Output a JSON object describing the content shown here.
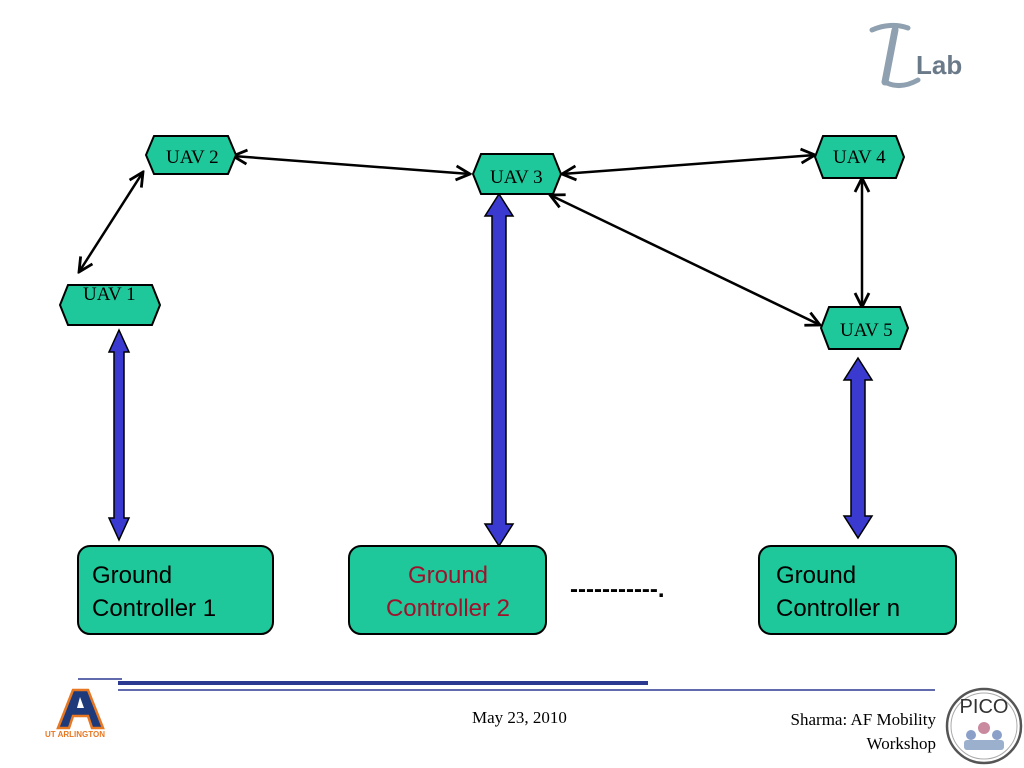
{
  "logos": {
    "ilab": "Lab",
    "pico": "PICO",
    "uta": "UT ARLINGTON"
  },
  "uavs": {
    "uav1": "UAV 1",
    "uav2": "UAV 2",
    "uav3": "UAV 3",
    "uav4": "UAV 4",
    "uav5": "UAV 5"
  },
  "controllers": {
    "gc1": {
      "line1": "Ground",
      "line2": "Controller 1"
    },
    "gc2": {
      "line1": "Ground",
      "line2": "Controller 2"
    },
    "gcn": {
      "line1": "Ground",
      "line2": "Controller n"
    }
  },
  "ellipsis": "-----------.",
  "footer": {
    "date": "May 23, 2010",
    "credit_line1": "Sharma: AF Mobility",
    "credit_line2": "Workshop"
  },
  "colors": {
    "node_fill": "#1ec89a",
    "link_blue": "#3a3ad0",
    "accent_text": "#a0122c",
    "rule_dark": "#2b3990"
  }
}
